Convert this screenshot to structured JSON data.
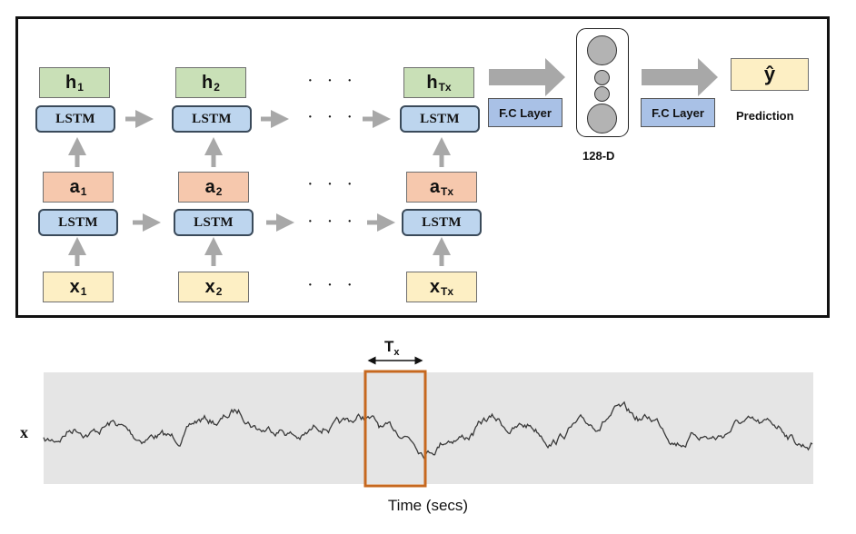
{
  "top_row": {
    "h_boxes": [
      {
        "base": "h",
        "sub": "1"
      },
      {
        "base": "h",
        "sub": "2"
      },
      {
        "base": "h",
        "sub": "Tx"
      }
    ],
    "lstm_label": "LSTM",
    "dots": "· · ·"
  },
  "bottom_row": {
    "a_boxes": [
      {
        "base": "a",
        "sub": "1"
      },
      {
        "base": "a",
        "sub": "2"
      },
      {
        "base": "a",
        "sub": "Tx"
      }
    ],
    "x_boxes": [
      {
        "base": "x",
        "sub": "1"
      },
      {
        "base": "x",
        "sub": "2"
      },
      {
        "base": "x",
        "sub": "Tx"
      }
    ]
  },
  "head": {
    "fc_label_1": "F.C Layer",
    "fc_label_2": "F.C Layer",
    "node_caption": "128-D",
    "output_symbol": "ŷ",
    "output_caption": "Prediction"
  },
  "signal": {
    "input_label": "x",
    "window_label_base": "T",
    "window_label_sub": "x",
    "time_axis_label": "Time (secs)",
    "colors": {
      "band": "#e5e5e5",
      "trace": "#3a3a3a",
      "window": "#c6681f",
      "arrow": "#a8a8a8"
    }
  }
}
